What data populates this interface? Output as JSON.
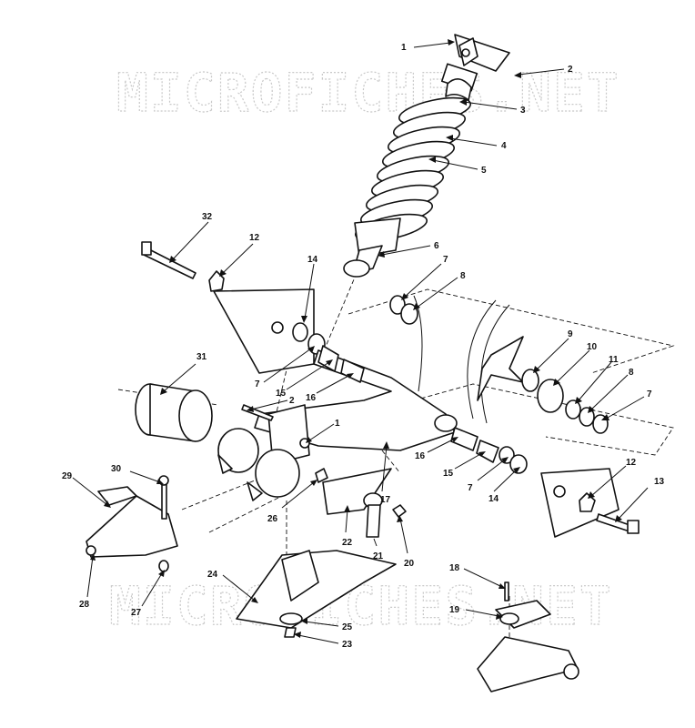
{
  "watermark": {
    "text": "MICROFICHES.NET",
    "color": "#c9c9c9"
  },
  "callouts": [
    {
      "id": "c1a",
      "label": "1"
    },
    {
      "id": "c2a",
      "label": "2"
    },
    {
      "id": "c3",
      "label": "3"
    },
    {
      "id": "c4",
      "label": "4"
    },
    {
      "id": "c5",
      "label": "5"
    },
    {
      "id": "c6",
      "label": "6"
    },
    {
      "id": "c7a",
      "label": "7"
    },
    {
      "id": "c8a",
      "label": "8"
    },
    {
      "id": "c9",
      "label": "9"
    },
    {
      "id": "c10",
      "label": "10"
    },
    {
      "id": "c11",
      "label": "11"
    },
    {
      "id": "c8b",
      "label": "8"
    },
    {
      "id": "c7b",
      "label": "7"
    },
    {
      "id": "c12a",
      "label": "12"
    },
    {
      "id": "c32",
      "label": "32"
    },
    {
      "id": "c14a",
      "label": "14"
    },
    {
      "id": "c31",
      "label": "31"
    },
    {
      "id": "c7c",
      "label": "7"
    },
    {
      "id": "c15a",
      "label": "15"
    },
    {
      "id": "c16a",
      "label": "16"
    },
    {
      "id": "c2b",
      "label": "2"
    },
    {
      "id": "c1b",
      "label": "1"
    },
    {
      "id": "c16b",
      "label": "16"
    },
    {
      "id": "c15b",
      "label": "15"
    },
    {
      "id": "c7d",
      "label": "7"
    },
    {
      "id": "c14b",
      "label": "14"
    },
    {
      "id": "c12b",
      "label": "12"
    },
    {
      "id": "c13",
      "label": "13"
    },
    {
      "id": "c17",
      "label": "17"
    },
    {
      "id": "c29",
      "label": "29"
    },
    {
      "id": "c30",
      "label": "30"
    },
    {
      "id": "c26",
      "label": "26"
    },
    {
      "id": "c22",
      "label": "22"
    },
    {
      "id": "c21",
      "label": "21"
    },
    {
      "id": "c20",
      "label": "20"
    },
    {
      "id": "c28",
      "label": "28"
    },
    {
      "id": "c27",
      "label": "27"
    },
    {
      "id": "c24",
      "label": "24"
    },
    {
      "id": "c25",
      "label": "25"
    },
    {
      "id": "c23",
      "label": "23"
    },
    {
      "id": "c18",
      "label": "18"
    },
    {
      "id": "c19",
      "label": "19"
    }
  ]
}
